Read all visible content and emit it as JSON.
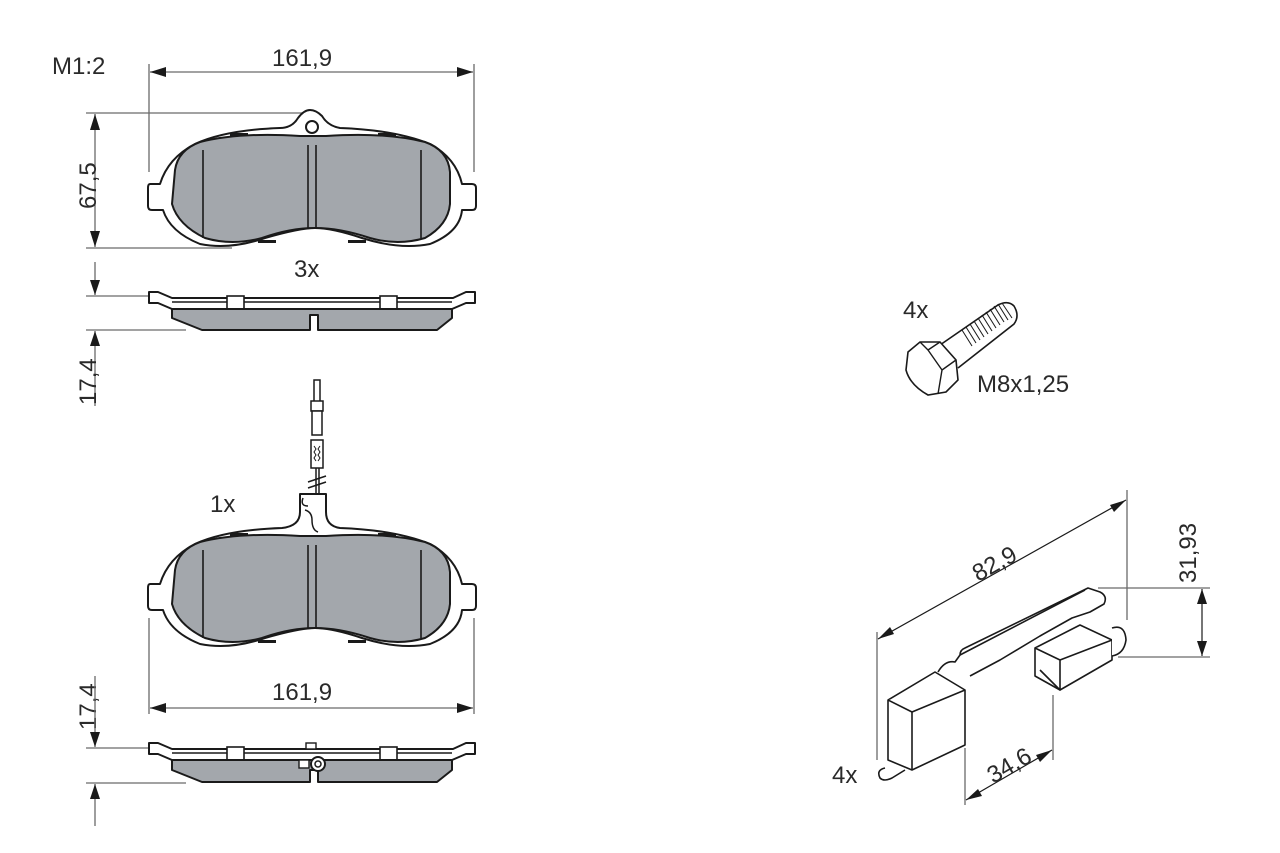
{
  "drawing": {
    "scale_label": "M1:2",
    "pad_set_top": {
      "quantity": "3x",
      "width_dim": "161,9",
      "height_dim": "67,5",
      "thickness_dim": "17,4"
    },
    "pad_with_sensor": {
      "quantity": "1x",
      "width_dim": "161,9",
      "thickness_dim": "17,4"
    },
    "bolt": {
      "quantity": "4x",
      "thread_spec": "M8x1,25"
    },
    "clip": {
      "quantity": "4x",
      "length_dim": "82,9",
      "height_dim": "31,93",
      "spacing_dim": "34,6"
    }
  },
  "colors": {
    "friction_material": "#a3a7ac",
    "line": "#1a1a1a",
    "dimension_line": "#6a6a6a"
  }
}
